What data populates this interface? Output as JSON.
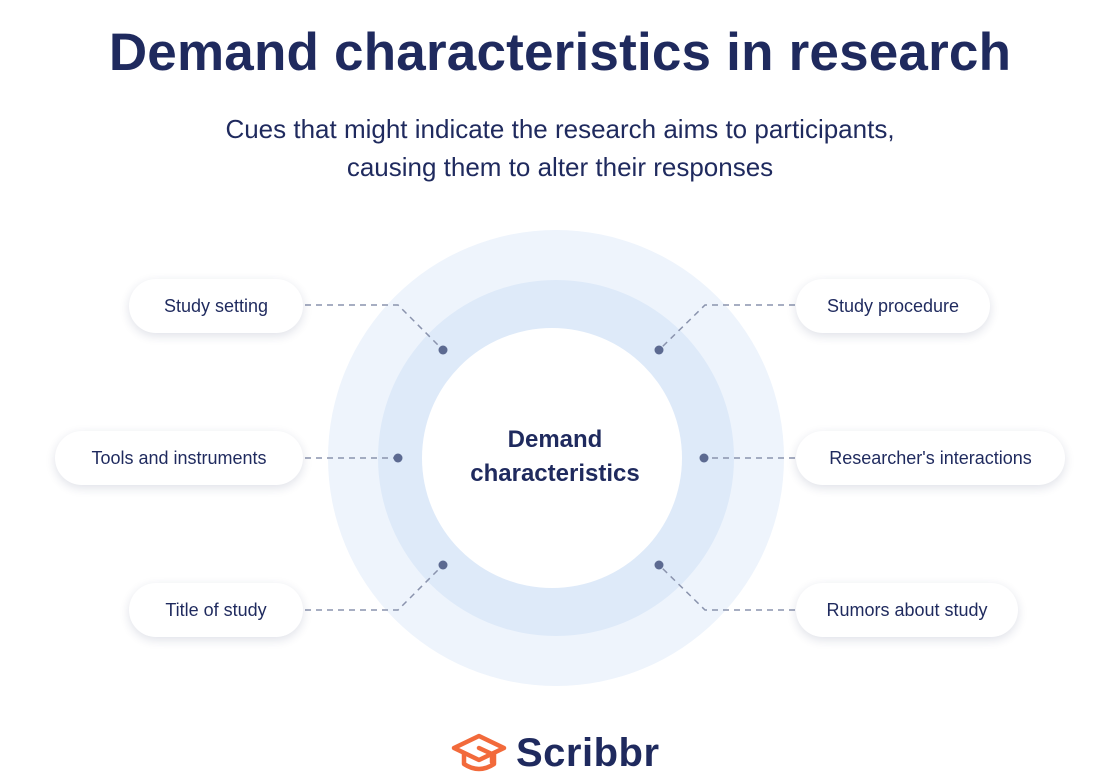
{
  "title": "Demand characteristics in research",
  "subtitle": {
    "line1": "Cues that might indicate the research aims to participants,",
    "line2": "causing them to alter their responses"
  },
  "center": {
    "line1": "Demand",
    "line2": "characteristics"
  },
  "items": [
    {
      "label": "Study setting"
    },
    {
      "label": "Tools and instruments"
    },
    {
      "label": "Title of study"
    },
    {
      "label": "Study procedure"
    },
    {
      "label": "Researcher's interactions"
    },
    {
      "label": "Rumors about study"
    }
  ],
  "brand": {
    "name": "Scribbr"
  },
  "colors": {
    "text": "#1f2a5e",
    "outer_ring": "#eef4fc",
    "inner_ring": "#deeaf9",
    "connector": "#8a93ad",
    "dot": "#5c6a91",
    "logo_icon": "#f26a3b"
  }
}
